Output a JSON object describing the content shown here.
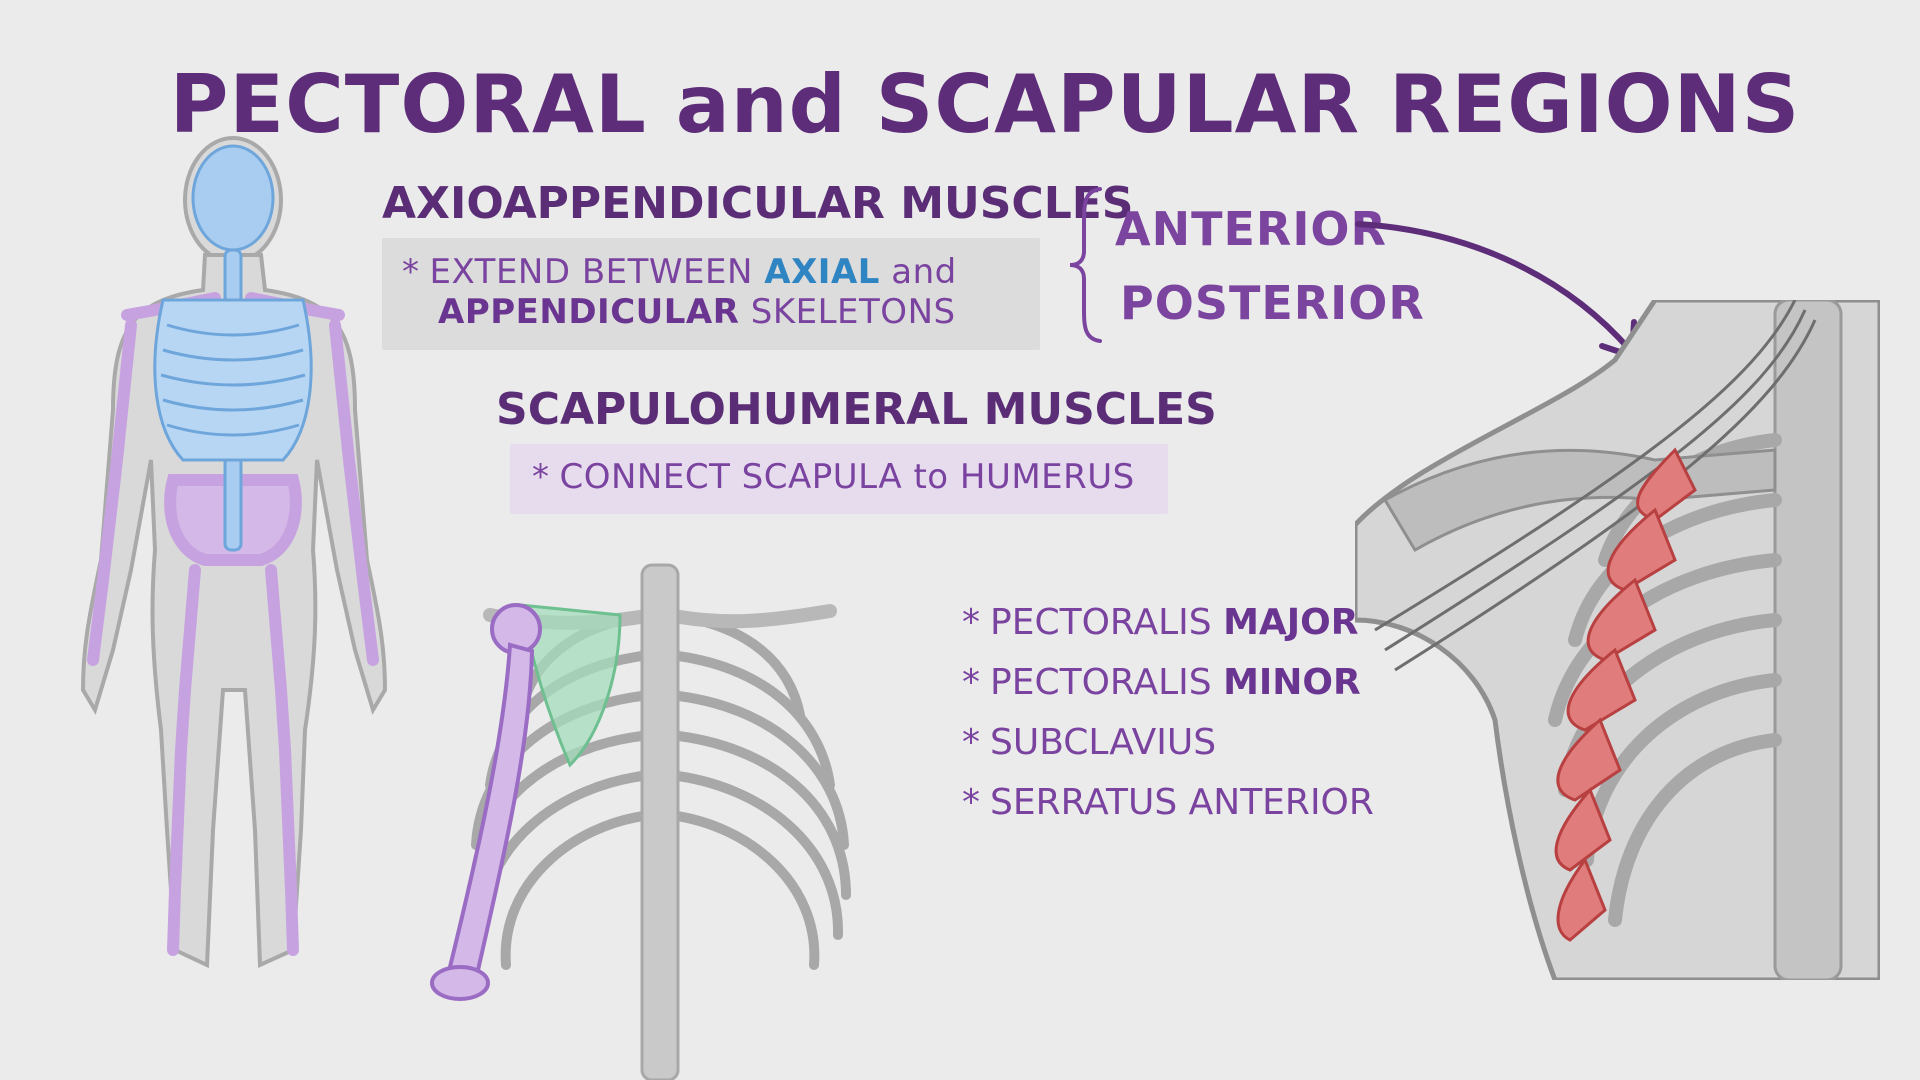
{
  "title": "PECTORAL and SCAPULAR REGIONS",
  "axio": {
    "heading": "AXIOAPPENDICULAR MUSCLES",
    "bullet": "*",
    "line1_pre": "EXTEND BETWEEN",
    "line1_axial": "AXIAL",
    "line1_and": "and",
    "line2_appendicular": "APPENDICULAR",
    "line2_post": "SKELETONS"
  },
  "groups": {
    "anterior": "ANTERIOR",
    "posterior": "POSTERIOR"
  },
  "scapulo": {
    "heading": "SCAPULOHUMERAL MUSCLES",
    "bullet": "*",
    "line_pre": "CONNECT SCAPULA",
    "line_to": "to",
    "line_post": "HUMERUS"
  },
  "muscles": [
    {
      "bullet": "*",
      "pre": "PECTORALIS",
      "strong": "MAJOR"
    },
    {
      "bullet": "*",
      "pre": "PECTORALIS",
      "strong": "MINOR"
    },
    {
      "bullet": "*",
      "pre": "SUBCLAVIUS",
      "strong": ""
    },
    {
      "bullet": "*",
      "pre": "SERRATUS ANTERIOR",
      "strong": ""
    }
  ],
  "colors": {
    "axial_skeleton": "#7fb4e6",
    "appendicular_skeleton": "#c7a2e0",
    "scapula": "#8fd1a8",
    "serratus": "#d9595a",
    "heading": "#5a2d76"
  }
}
